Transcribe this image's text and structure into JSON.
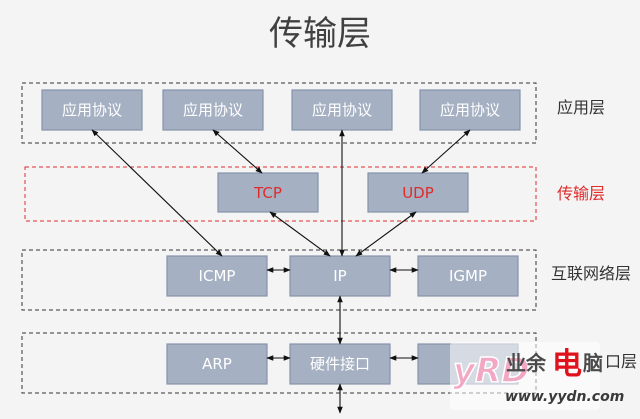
{
  "title": "传输层",
  "colors": {
    "background": "#f4f4f4",
    "box_fill": "#a5b0c2",
    "box_stroke": "#8593ab",
    "accent": "#e02b2b"
  },
  "layers": {
    "application": {
      "label": "应用层",
      "boxes": [
        "应用协议",
        "应用协议",
        "应用协议",
        "应用协议"
      ]
    },
    "transport": {
      "label": "传输层",
      "boxes": [
        "TCP",
        "UDP"
      ]
    },
    "internet": {
      "label": "互联网络层",
      "boxes": [
        "ICMP",
        "IP",
        "IGMP"
      ]
    },
    "link": {
      "label": "口层",
      "boxes": [
        "ARP",
        "硬件接口"
      ]
    }
  },
  "watermark": {
    "logo": "yRD",
    "brand_a": "业余",
    "brand_b": "电",
    "brand_c": "脑",
    "url": "www.yydn.com"
  }
}
